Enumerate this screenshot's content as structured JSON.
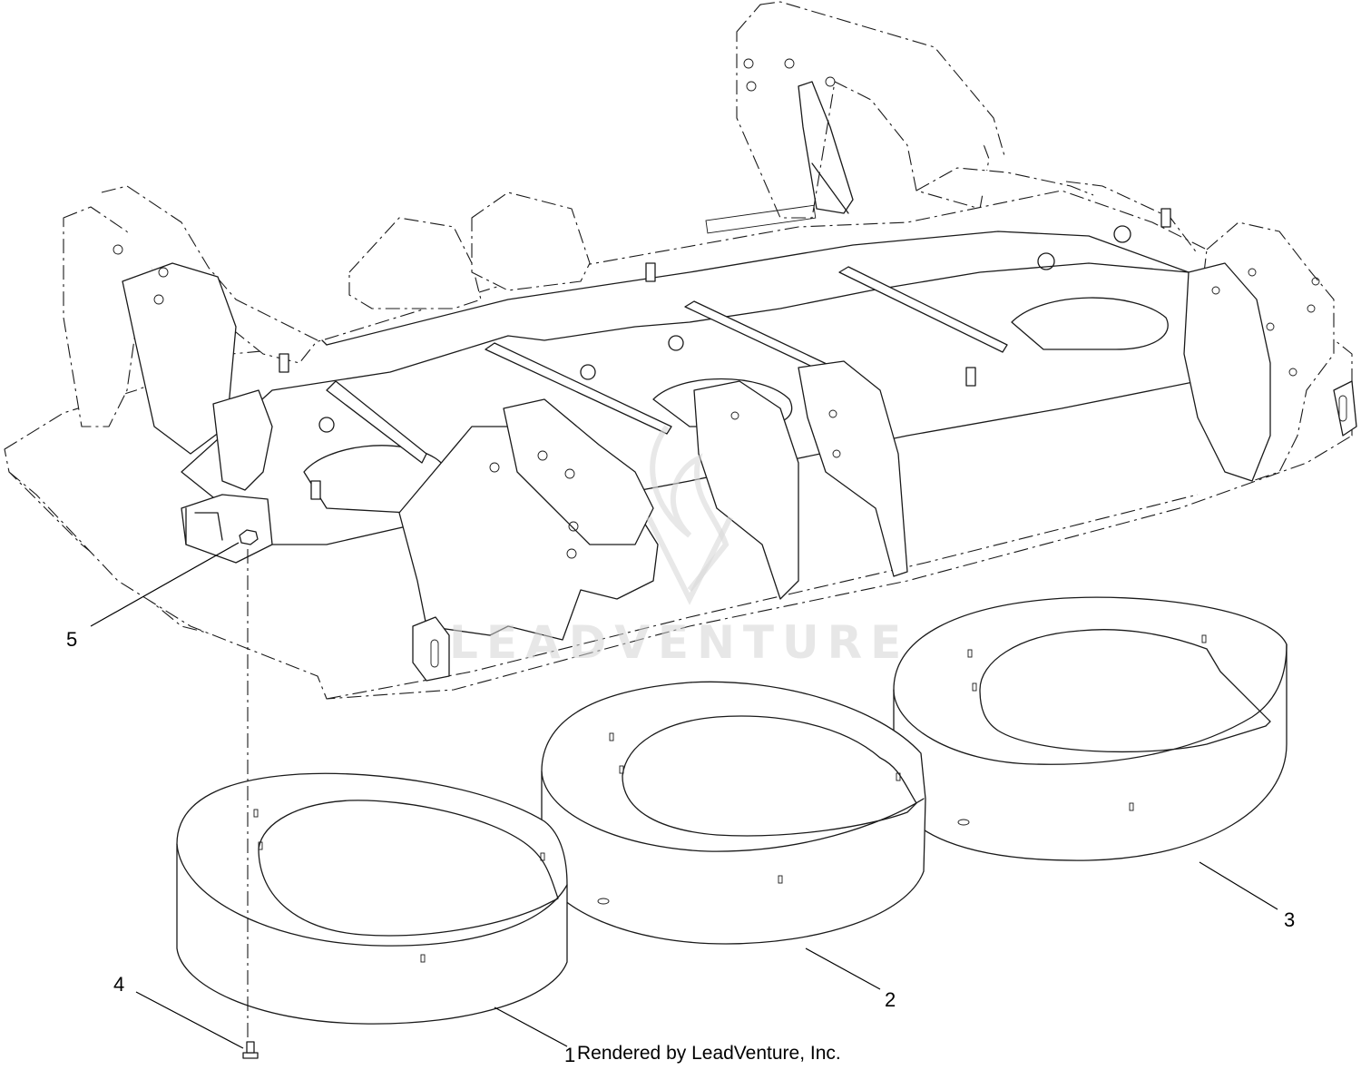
{
  "callouts": [
    {
      "id": "1",
      "label": "1"
    },
    {
      "id": "2",
      "label": "2"
    },
    {
      "id": "3",
      "label": "3"
    },
    {
      "id": "4",
      "label": "4"
    },
    {
      "id": "5",
      "label": "5"
    }
  ],
  "credit": "Rendered by LeadVenture, Inc.",
  "watermark": "LEADVENTURE"
}
